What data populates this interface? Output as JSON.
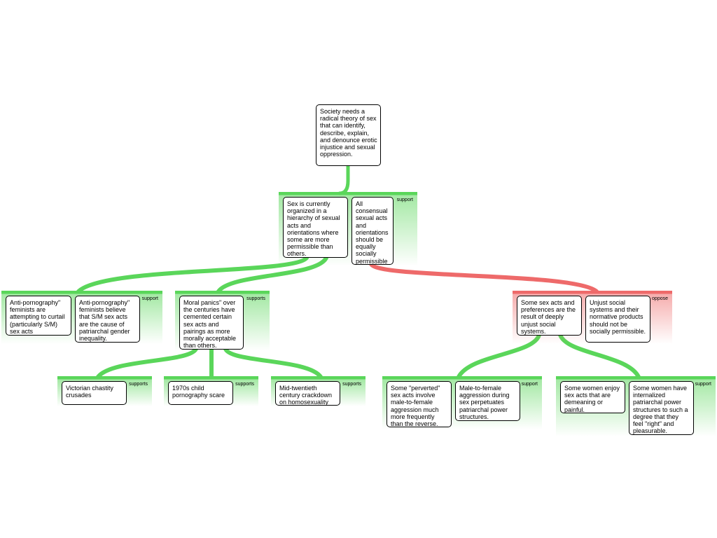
{
  "root": {
    "text": "Society needs a radical theory of sex that can identify, describe, explain, and denounce erotic injustice and sexual oppression."
  },
  "group_main": {
    "label": "support",
    "claims": [
      "Sex is currently organized in a hierarchy of sexual acts and orientations where some are more permissible than others.",
      "All consensual sexual acts and orientations should be equally socially permissible"
    ]
  },
  "group_antiporn": {
    "label": "support",
    "claims": [
      "Anti-pornography\" feminists are attempting to curtail (particularly S/M) sex acts",
      "Anti-pornography\" feminists believe that S/M sex acts are the cause of patriarchal gender inequality."
    ]
  },
  "group_moral": {
    "label": "supports",
    "claims": [
      "Moral panics\" over the centuries have cemented certain sex acts and pairings as more morally acceptable than others."
    ]
  },
  "group_victorian": {
    "label": "supports",
    "claims": [
      "Victorian chastity crusades"
    ]
  },
  "group_1970s": {
    "label": "supports",
    "claims": [
      "1970s child pornography scare"
    ]
  },
  "group_midtwentieth": {
    "label": "supports",
    "claims": [
      "Mid-twentieth century crackdown on homosexuality"
    ]
  },
  "group_oppose": {
    "label": "oppose",
    "claims": [
      "Some sex acts and preferences are the result of deeply unjust social systems.",
      "Unjust social systems and their normative products should not be socially permissible."
    ]
  },
  "group_perverted": {
    "label": "support",
    "claims": [
      "Some \"perverted\" sex acts involve male-to-female aggression much more frequently than the reverse.",
      "Male-to-female aggression during sex perpetuates patriarchal power structures."
    ]
  },
  "group_women": {
    "label": "support",
    "claims": [
      "Some women enjoy sex acts that are demeaning or painful.",
      "Some women have internalized patriarchal power structures to such a degree that they feel \"right\" and pleasurable."
    ]
  },
  "colors": {
    "support": "#5ad65a",
    "oppose": "#ee6a6a"
  }
}
